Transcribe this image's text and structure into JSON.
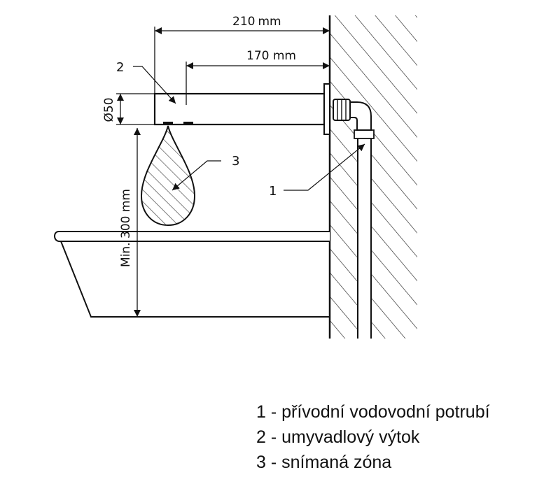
{
  "dimensions": {
    "overall_length": {
      "value": "210",
      "unit": "mm"
    },
    "spout_length": "170 mm",
    "diameter": "Ø50",
    "min_height": "Min. 300 mm"
  },
  "callouts": [
    "1",
    "2",
    "3"
  ],
  "legend": [
    {
      "number": "1",
      "separator": " - ",
      "text": "přívodní vodovodní potrubí"
    },
    {
      "number": "2",
      "separator": " - ",
      "text": "umyvadlový výtok"
    },
    {
      "number": "3",
      "separator": " - ",
      "text": "snímaná zóna"
    }
  ]
}
